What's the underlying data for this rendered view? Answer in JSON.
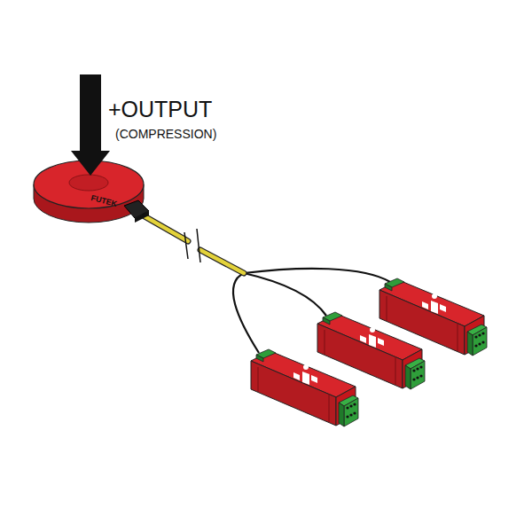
{
  "diagram": {
    "labels": [
      "+OUTPUT",
      "(COMPRESSION)",
      "FUTEK"
    ]
  }
}
